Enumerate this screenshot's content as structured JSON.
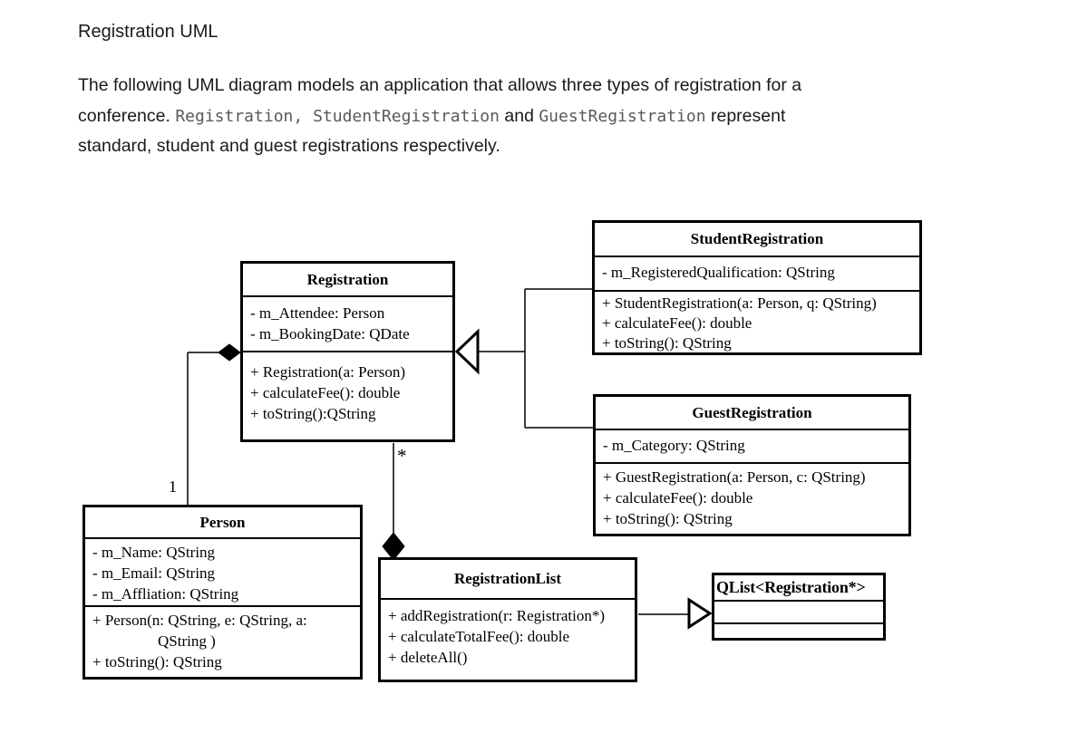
{
  "colors": {
    "text": "#1a1a1a",
    "code_text": "#595959",
    "diagram_line": "#000000",
    "background": "#ffffff"
  },
  "header": {
    "title": "Registration UML",
    "paragraph": {
      "line1": "The following UML diagram models an application that allows three types of registration for a",
      "line2_text": "conference. ",
      "line2_code1": "Registration",
      "line2_sep": ", ",
      "line2_code2": "StudentRegistration",
      "line2_and": " and ",
      "line2_code3": "GuestRegistration",
      "line2_tail": " represent",
      "line3": "standard, student and guest registrations respectively."
    }
  },
  "diagram": {
    "classes": {
      "registration": {
        "title": "Registration",
        "attributes": [
          "- m_Attendee: Person",
          "- m_BookingDate: QDate"
        ],
        "methods": [
          "+ Registration(a: Person)",
          "+ calculateFee(): double",
          "+ toString():QString"
        ]
      },
      "studentRegistration": {
        "title": "StudentRegistration",
        "attributes": [
          "- m_RegisteredQualification: QString"
        ],
        "methods": [
          "+ StudentRegistration(a: Person, q: QString)",
          "+ calculateFee(): double",
          "+ toString(): QString"
        ]
      },
      "guestRegistration": {
        "title": "GuestRegistration",
        "attributes": [
          "- m_Category: QString"
        ],
        "methods": [
          "+ GuestRegistration(a: Person, c: QString)",
          "+ calculateFee(): double",
          "+ toString(): QString"
        ]
      },
      "person": {
        "title": "Person",
        "attributes": [
          "- m_Name: QString",
          "- m_Email: QString",
          "- m_Affliation: QString"
        ],
        "methods": [
          "+ Person(n: QString, e: QString, a:",
          "QString )",
          "+ toString(): QString"
        ]
      },
      "registrationList": {
        "title": "RegistrationList",
        "methods": [
          "+ addRegistration(r: Registration*)",
          "+ calculateTotalFee(): double",
          "+ deleteAll()"
        ]
      },
      "qlist": {
        "title": "QList<Registration*>"
      }
    },
    "relationships": {
      "person_multiplicity": "1",
      "registration_multiplicity": "*"
    }
  }
}
